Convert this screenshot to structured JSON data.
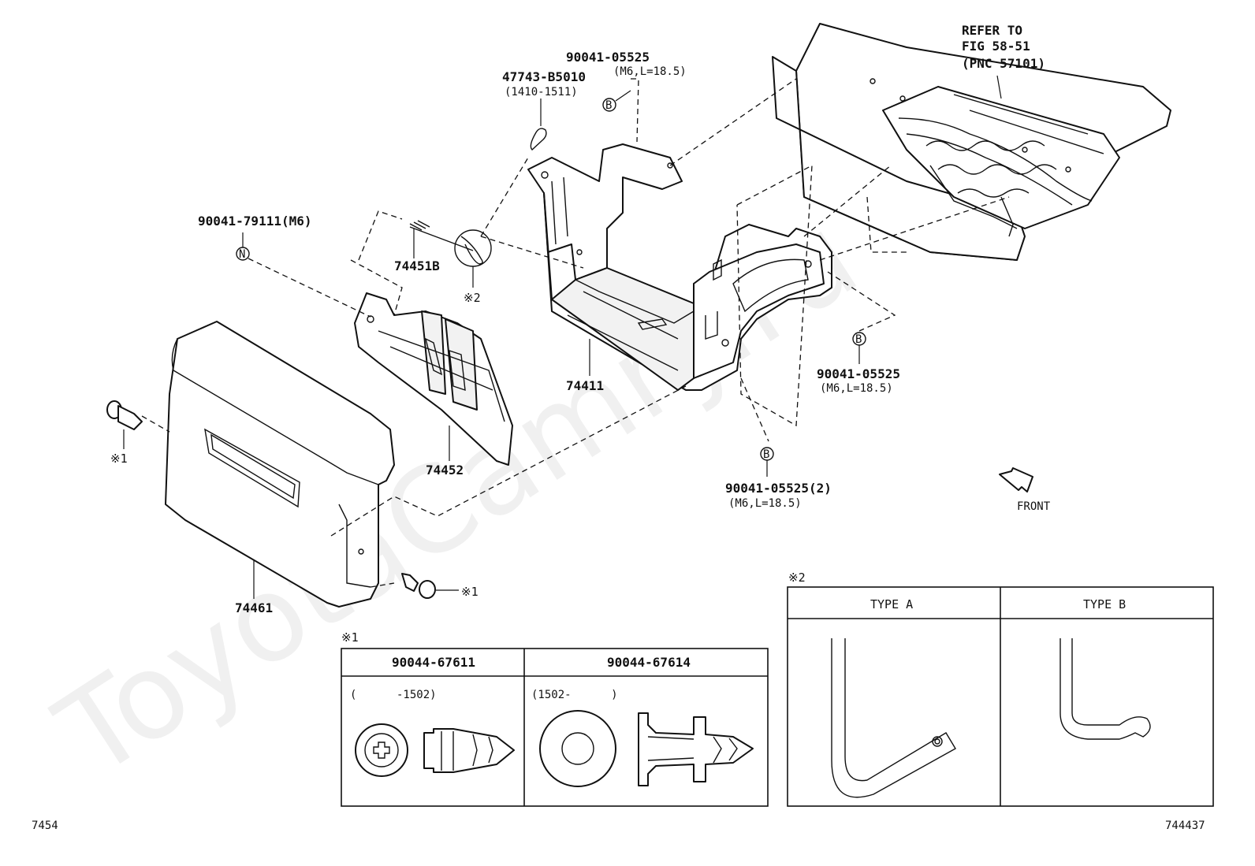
{
  "watermark": "ToyotaCamry.ru",
  "labels": {
    "refer_to_line1": "REFER TO",
    "refer_to_line2": "FIG 58-51",
    "refer_to_line3": "(PNC 57101)",
    "bolt_top": "90041-05525",
    "bolt_top_spec": "(M6,L=18.5)",
    "clamp": "47743-B5010",
    "clamp_range": "(1410-1511)",
    "nut": "90041-79111(M6)",
    "rod": "74451B",
    "rod_note": "※2",
    "carrier": "74411",
    "bolt_right": "90041-05525",
    "bolt_right_spec": "(M6,L=18.5)",
    "bracket": "74452",
    "bolt_bottom": "90041-05525(2)",
    "bolt_bottom_spec": "(M6,L=18.5)",
    "front": "FRONT",
    "cover": "74461",
    "clip_note_left": "※1",
    "clip_note_right": "※1",
    "marker_b": "B",
    "marker_n": "N",
    "page_left": "7454",
    "page_right": "744437"
  },
  "table1": {
    "note": "※1",
    "headers": [
      "90044-67611",
      "90044-67614"
    ],
    "ranges": [
      "(      -1502)",
      "(1502-      )"
    ]
  },
  "table2": {
    "note": "※2",
    "headers": [
      "TYPE A",
      "TYPE B"
    ]
  }
}
